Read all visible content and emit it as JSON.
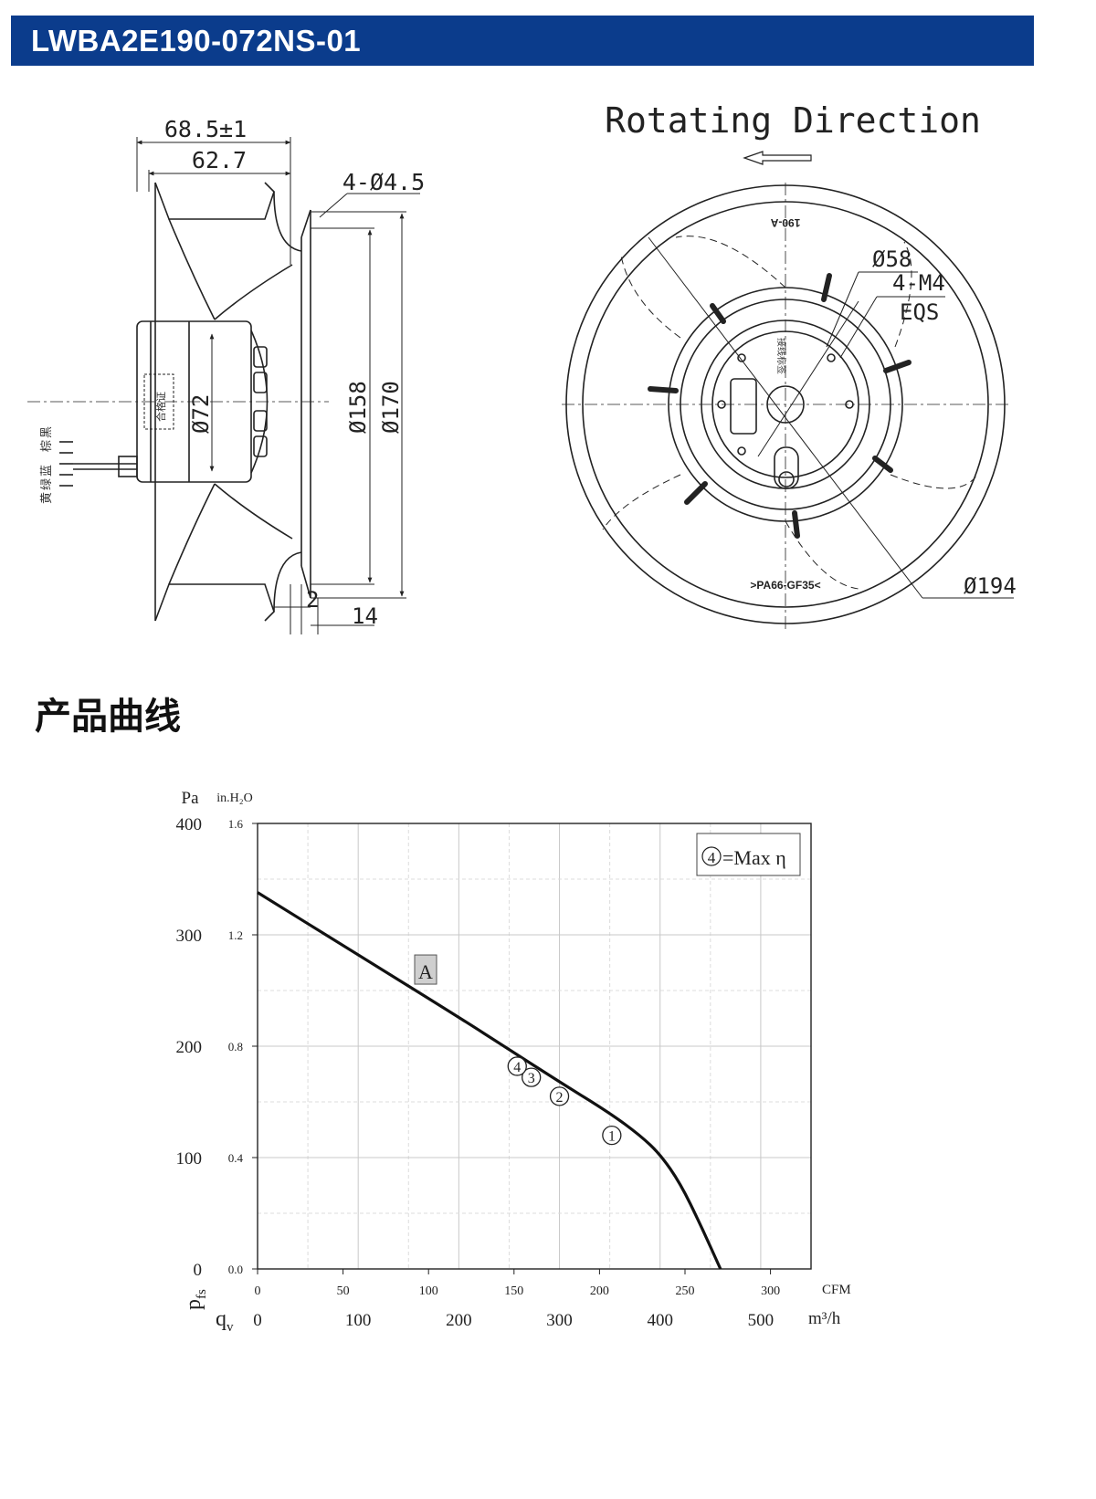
{
  "header": {
    "model": "LWBA2E190-072NS-01"
  },
  "drawing": {
    "dims": {
      "overall_width": "68.5±1",
      "body_width": "62.7",
      "holes": "4-Ø4.5",
      "d_motor": "Ø72",
      "d_inlet": "Ø158",
      "d_flange": "Ø170",
      "gap": "2",
      "flange_depth": "14",
      "d_hub": "Ø58",
      "screws": "4-M4",
      "screws_eqs": "EQS",
      "d_impeller": "Ø194"
    },
    "rotating_direction": "Rotating Direction",
    "markings": {
      "top_mark": "190-A",
      "material": ">PA66-GF35<",
      "cert_label": "合格证",
      "rotor_label": "接线标签"
    },
    "wires": [
      "黄",
      "绿",
      "蓝",
      "棕",
      "黑"
    ]
  },
  "section_title": "产品曲线",
  "chart_data": {
    "type": "line",
    "x_unit_primary": "m³/h",
    "x_unit_secondary": "CFM",
    "y_unit_primary": "Pa",
    "y_unit_secondary": "in.H₂O",
    "xlabel": "q",
    "xlabel_sub": "v",
    "ylabel": "p",
    "ylabel_sub": "fs",
    "xlim": [
      0,
      550
    ],
    "ylim": [
      0,
      400
    ],
    "x_ticks_m3h": [
      0,
      100,
      200,
      300,
      400,
      500
    ],
    "x_ticks_cfm": [
      0,
      50,
      100,
      150,
      200,
      250,
      300
    ],
    "y_ticks_pa": [
      0,
      100,
      200,
      300,
      400
    ],
    "y_ticks_inh2o": [
      "0.0",
      "0.4",
      "0.8",
      "1.2",
      "1.6"
    ],
    "series": [
      {
        "name": "A",
        "x": [
          0,
          100,
          200,
          250,
          300,
          350,
          380,
          400,
          420,
          440,
          460
        ],
        "y": [
          338,
          282,
          226,
          197,
          168,
          140,
          120,
          103,
          77,
          40,
          0
        ]
      }
    ],
    "operating_points": [
      {
        "label": "1",
        "x": 352,
        "y": 120
      },
      {
        "label": "2",
        "x": 300,
        "y": 155
      },
      {
        "label": "3",
        "x": 272,
        "y": 172
      },
      {
        "label": "4",
        "x": 258,
        "y": 182
      }
    ],
    "legend_note": {
      "marker": "4",
      "text": "=Max η"
    },
    "grid": true
  }
}
